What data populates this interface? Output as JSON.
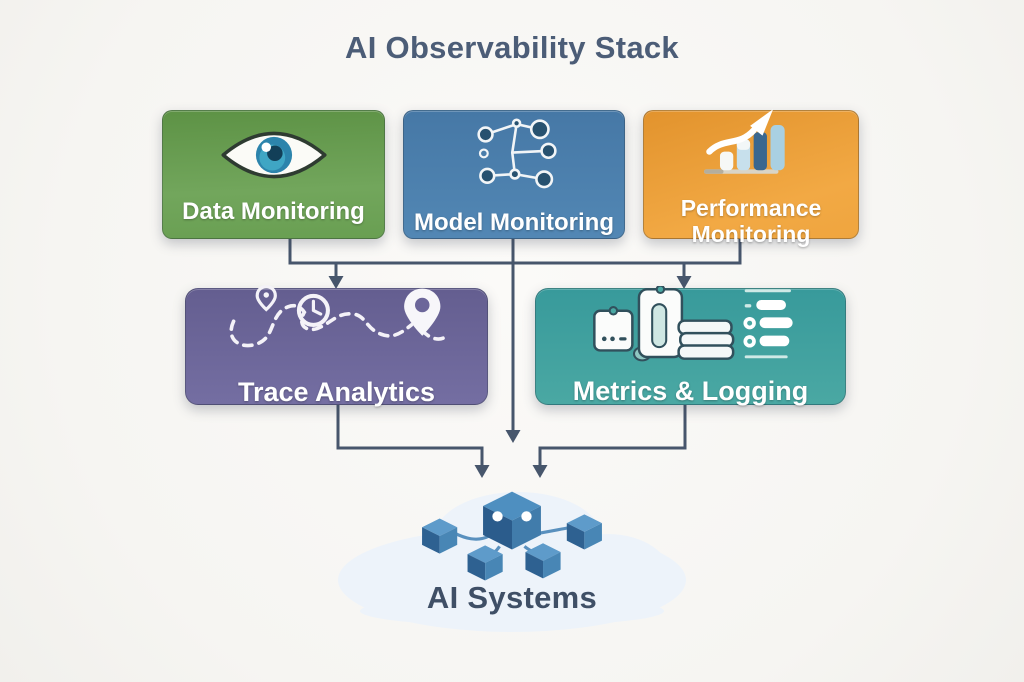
{
  "title": "AI Observability Stack",
  "nodes": [
    {
      "id": "data-monitoring",
      "label": "Data Monitoring",
      "color": "#699f52",
      "icon": "eye-icon"
    },
    {
      "id": "model-monitoring",
      "label": "Model Monitoring",
      "color": "#4c80ae",
      "icon": "network-graph-icon"
    },
    {
      "id": "performance-monitoring",
      "label": "Performance Monitoring",
      "color": "#eda03c",
      "icon": "bar-chart-arrow-icon"
    },
    {
      "id": "trace-analytics",
      "label": "Trace Analytics",
      "color": "#6c669a",
      "icon": "trace-route-icon"
    },
    {
      "id": "metrics-logging",
      "label": "Metrics & Logging",
      "color": "#41a19f",
      "icon": "logs-metrics-icon"
    }
  ],
  "ai_systems": {
    "label": "AI Systems",
    "icon": "cube-network-icon"
  },
  "edges": [
    {
      "from": "data-monitoring",
      "to": "trace-analytics"
    },
    {
      "from": "data-monitoring",
      "to": "metrics-logging"
    },
    {
      "from": "model-monitoring",
      "to": "trace-analytics"
    },
    {
      "from": "model-monitoring",
      "to": "metrics-logging"
    },
    {
      "from": "performance-monitoring",
      "to": "trace-analytics"
    },
    {
      "from": "performance-monitoring",
      "to": "metrics-logging"
    },
    {
      "from": "model-monitoring",
      "to": "ai-systems"
    },
    {
      "from": "trace-analytics",
      "to": "ai-systems"
    },
    {
      "from": "metrics-logging",
      "to": "ai-systems"
    }
  ],
  "colors": {
    "background": "#f7f6f3",
    "title_text": "#4c5d77",
    "connector": "#47566c",
    "box_text": "#ffffff",
    "cloud": "#edf3fa",
    "ai_label_text": "#3f4f66"
  }
}
